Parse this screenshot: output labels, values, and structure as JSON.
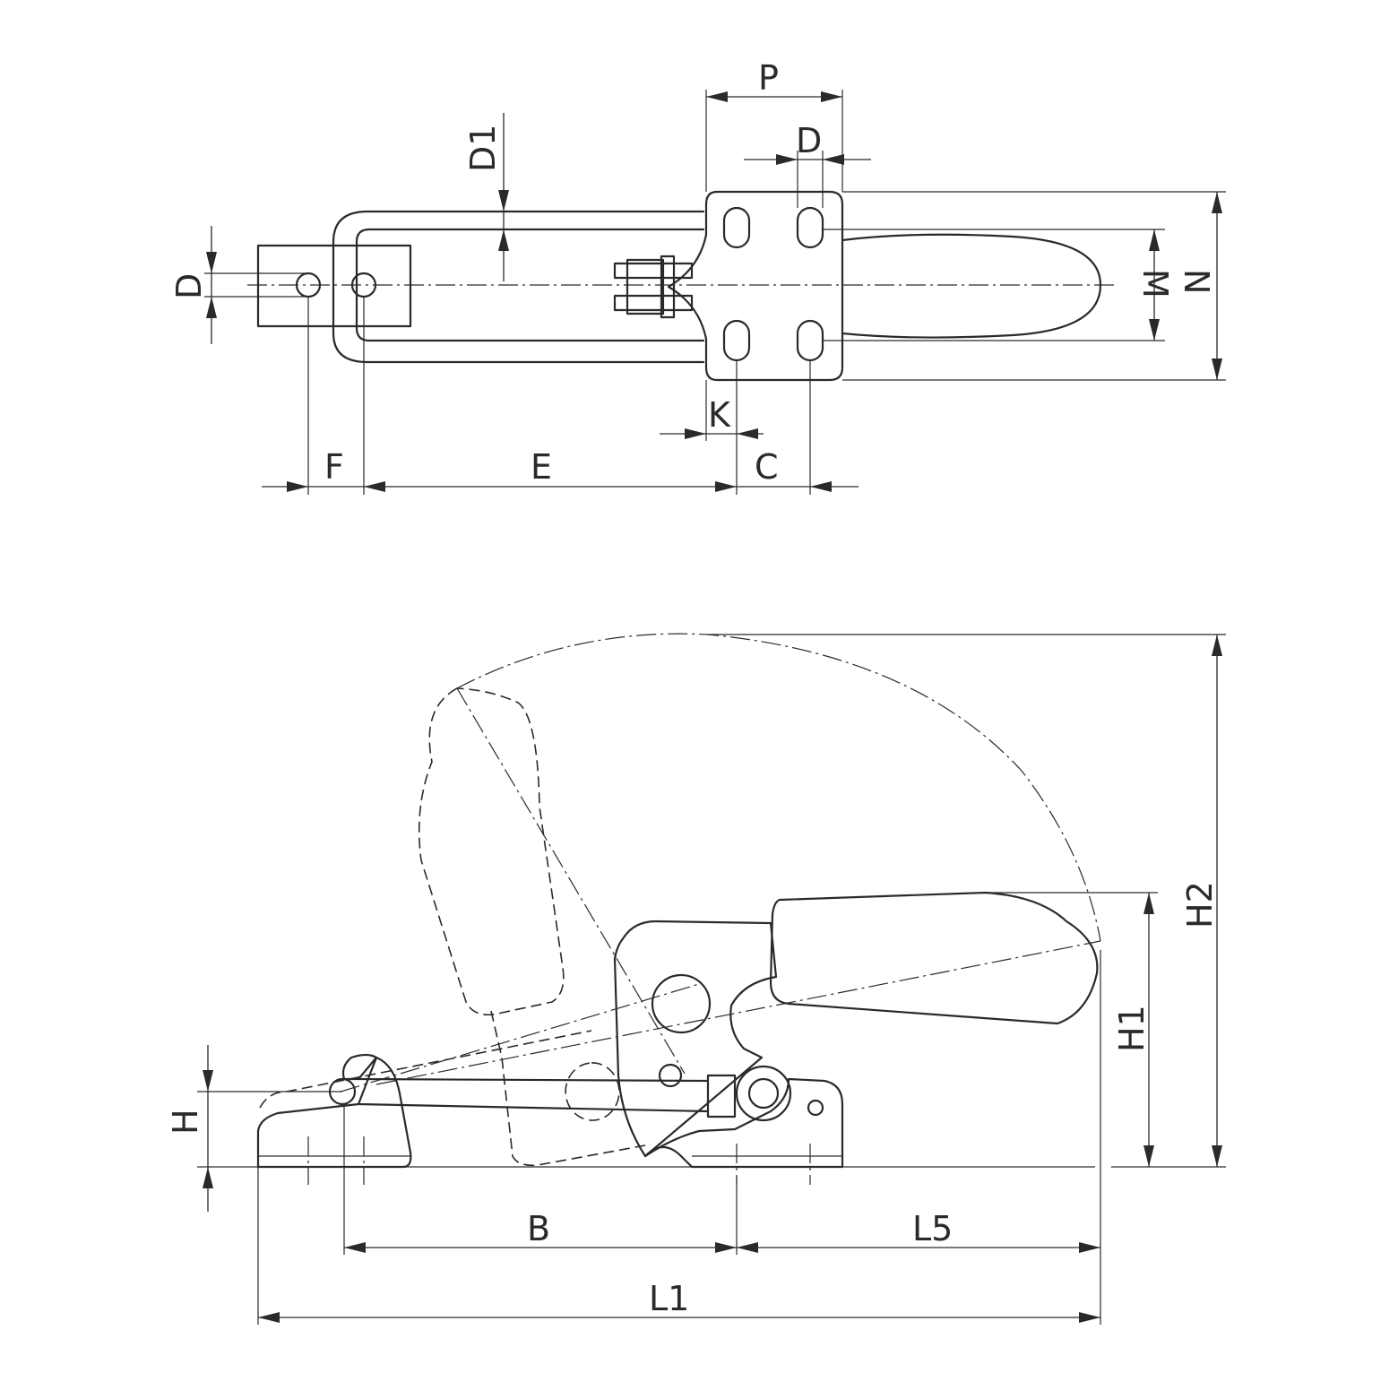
{
  "diagram": {
    "labels": {
      "P": "P",
      "D_top": "D",
      "D1": "D1",
      "D_left": "D",
      "M": "M",
      "N": "N",
      "K": "K",
      "F": "F",
      "E": "E",
      "C": "C",
      "H": "H",
      "H1": "H1",
      "H2": "H2",
      "B": "B",
      "L5": "L5",
      "L1": "L1"
    },
    "colors": {
      "line": "#2a2a2a",
      "background": "#ffffff"
    }
  }
}
